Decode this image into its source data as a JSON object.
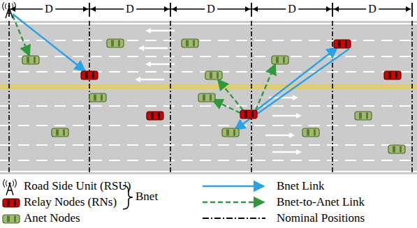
{
  "diagram": {
    "labels": [
      "D",
      "D",
      "D",
      "D",
      "D",
      "Bnet"
    ],
    "legend": [
      {
        "text": "Road Side Unit (RSU)"
      },
      {
        "text": "Relay Nodes (RNs)"
      },
      {
        "text": "Anet Nodes"
      },
      {
        "text": "Bnet Link"
      },
      {
        "text": "Bnet-to-Anet Link"
      },
      {
        "text": "Nominal Positions"
      }
    ]
  }
}
